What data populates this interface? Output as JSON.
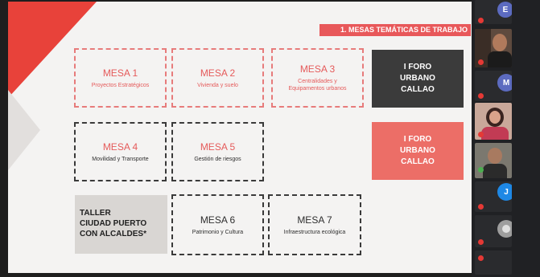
{
  "slide": {
    "title": "1.   MESAS TEMÁTICAS DE TRABAJO",
    "mesas": [
      {
        "title": "MESA 1",
        "subtitle": "Proyectos Estratégicos"
      },
      {
        "title": "MESA 2",
        "subtitle": "Vivienda y suelo"
      },
      {
        "title": "MESA 3",
        "subtitle_line1": "Centralidades y",
        "subtitle_line2": "Equipamentos urbanos"
      },
      {
        "title": "MESA 4",
        "subtitle": "Movilidad y Transporte"
      },
      {
        "title": "MESA 5",
        "subtitle": "Gestión de riesgos"
      },
      {
        "title": "MESA 6",
        "subtitle": "Patrimonio y Cultura"
      },
      {
        "title": "MESA 7",
        "subtitle": "Infraestructura ecológica"
      }
    ],
    "forum_dark": {
      "line1": "I FORO",
      "line2": "URBANO",
      "line3": "CALLAO"
    },
    "forum_red": {
      "line1": "I FORO",
      "line2": "URBANO",
      "line3": "CALLAO"
    },
    "taller": {
      "line1": "TALLER",
      "line2": "CIUDAD PUERTO",
      "line3": "CON ALCALDES*"
    }
  },
  "participants": {
    "p1_initial": "E",
    "p3_initial": "M",
    "p6_initial": "J"
  },
  "colors": {
    "accent_red": "#e8423a",
    "title_bar": "#e8585a",
    "forum_dark": "#3b3b3b",
    "forum_red": "#ec6e67"
  }
}
